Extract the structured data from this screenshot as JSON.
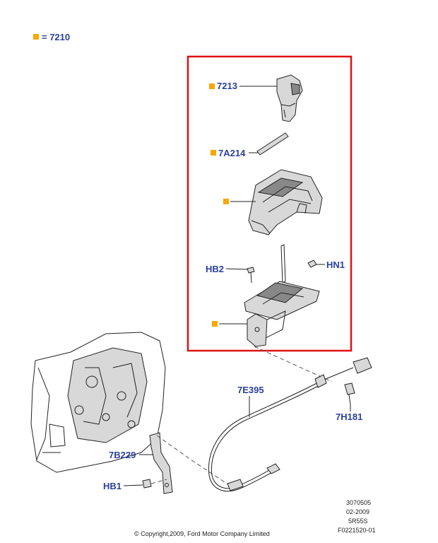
{
  "legend": {
    "text": "= 7210",
    "marker_color": "#f5a800"
  },
  "highlight_color": "#e01010",
  "label_color": "#2a3f9e",
  "labels": {
    "p7213": "7213",
    "p7a214": "7A214",
    "hb2": "HB2",
    "hn1": "HN1",
    "p7e395": "7E395",
    "p7h181": "7H181",
    "p7b229": "7B229",
    "hb1": "HB1"
  },
  "info": {
    "line1": "3070505",
    "line2": "02-2009",
    "line3": "5R55S",
    "line4": "F0221520-01"
  },
  "copyright": "© Copyright,2009, Ford Motor Company Limited"
}
